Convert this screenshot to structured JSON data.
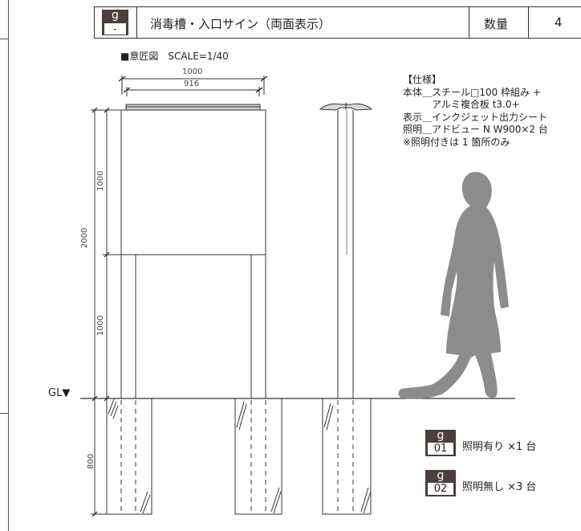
{
  "header": {
    "badge_letter": "g",
    "badge_code": "-",
    "title": "消毒槽・入口サイン（両面表示）",
    "qty_label": "数量",
    "qty_value": "4"
  },
  "drawing": {
    "view_label": "■意匠図　SCALE=1/40",
    "ground_label": "GL▼",
    "dims": {
      "overall_width": "1000",
      "inner_width": "916",
      "total_height": "2000",
      "panel_height": "1000",
      "post_height": "1000",
      "foundation_depth": "800"
    }
  },
  "spec": {
    "heading": "【仕様】",
    "lines": [
      "本体＿スチール□100 枠組み +",
      "　　　アルミ複合板 t3.0+",
      "表示＿インクジェット出力シート",
      "照明＿アドビュー N W900×2 台",
      "※照明付きは 1 箇所のみ"
    ]
  },
  "legend": [
    {
      "letter": "g",
      "code": "01",
      "label": "照明有り ×1 台"
    },
    {
      "letter": "g",
      "code": "02",
      "label": "照明無し ×3 台"
    }
  ],
  "colors": {
    "silhouette": "#8c8c8c",
    "badge": "#4a3f3c",
    "line": "#333333"
  }
}
